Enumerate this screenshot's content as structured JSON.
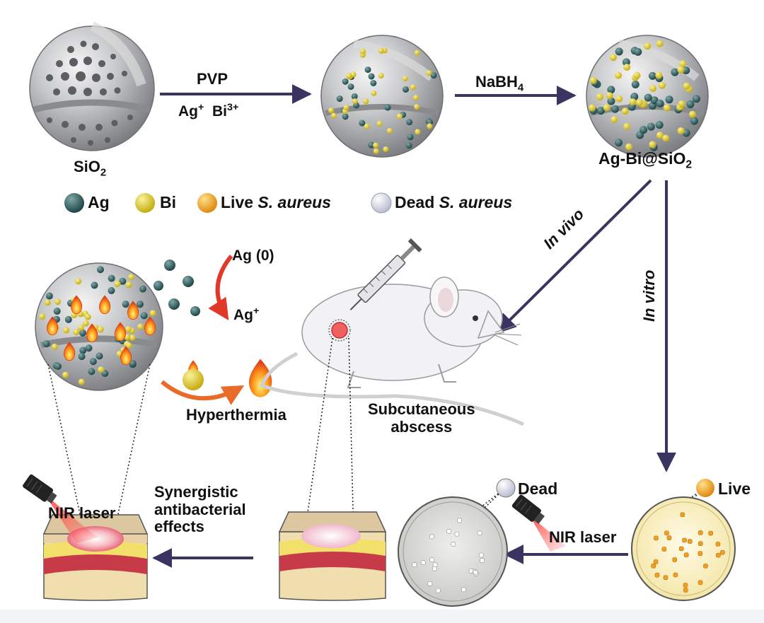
{
  "labels": {
    "sio2_base": "SiO",
    "sio2_sub": "2",
    "pvp": "PVP",
    "ions": {
      "ag": "Ag",
      "ag_sup": "+",
      "bi": "Bi",
      "bi_sup": "3+"
    },
    "nabh4_base": "NaBH",
    "nabh4_sub": "4",
    "product_base": "Ag-Bi@SiO",
    "product_sub": "2",
    "in_vivo": "In vivo",
    "in_vitro": "In vitro",
    "ag0": "Ag (0)",
    "ag_plus": "Ag",
    "ag_plus_sup": "+",
    "hyperthermia": "Hyperthermia",
    "subcutaneous_line1": "Subcutaneous",
    "subcutaneous_line2": "abscess",
    "synergistic_line1": "Synergistic",
    "synergistic_line2": "antibacterial",
    "synergistic_line3": "effects",
    "nir_laser_left": "NIR laser",
    "nir_laser_right": "NIR laser",
    "dead": "Dead",
    "live": "Live"
  },
  "legend": [
    {
      "key": "ag",
      "text": "Ag",
      "italic": ""
    },
    {
      "key": "bi",
      "text": "Bi",
      "italic": ""
    },
    {
      "key": "live",
      "text": "Live ",
      "italic": "S. aureus"
    },
    {
      "key": "dead",
      "text": "Dead ",
      "italic": "S. aureus"
    }
  ],
  "colors": {
    "ag": "#2f5b5d",
    "bi": "#e3cf3a",
    "live": "#f0a020",
    "dead": "#e9ebf2",
    "arrow": "#3a3560",
    "red_arrow": "#e0392a",
    "orange_arrow": "#ea6a2a",
    "sphere": "#a9aaad",
    "laser": "#e03a3a"
  }
}
